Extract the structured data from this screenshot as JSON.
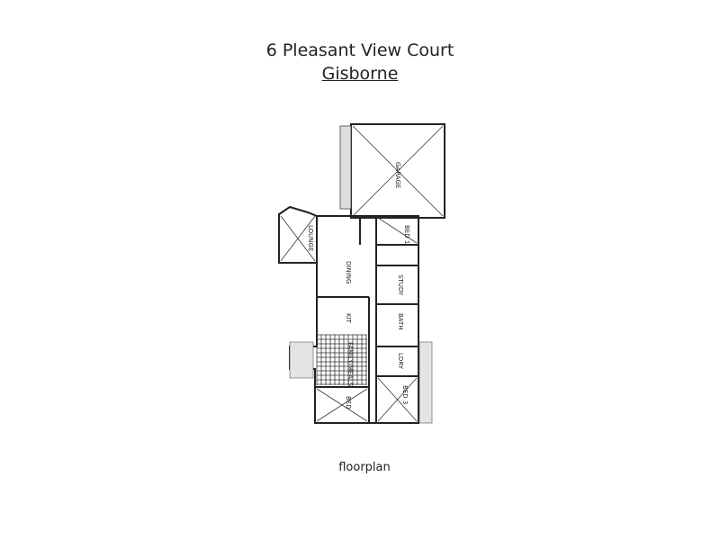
{
  "header": {
    "address": "6 Pleasant View Court",
    "suburb": "Gisborne"
  },
  "floorplan": {
    "rooms": [
      "GARAGE",
      "BED 1",
      "LOUNGE",
      "DINING",
      "STUDY",
      "KIT",
      "FAMILY/MEALS",
      "BATH",
      "LDRY",
      "BED 3",
      "BED"
    ]
  },
  "caption": "floorplan"
}
